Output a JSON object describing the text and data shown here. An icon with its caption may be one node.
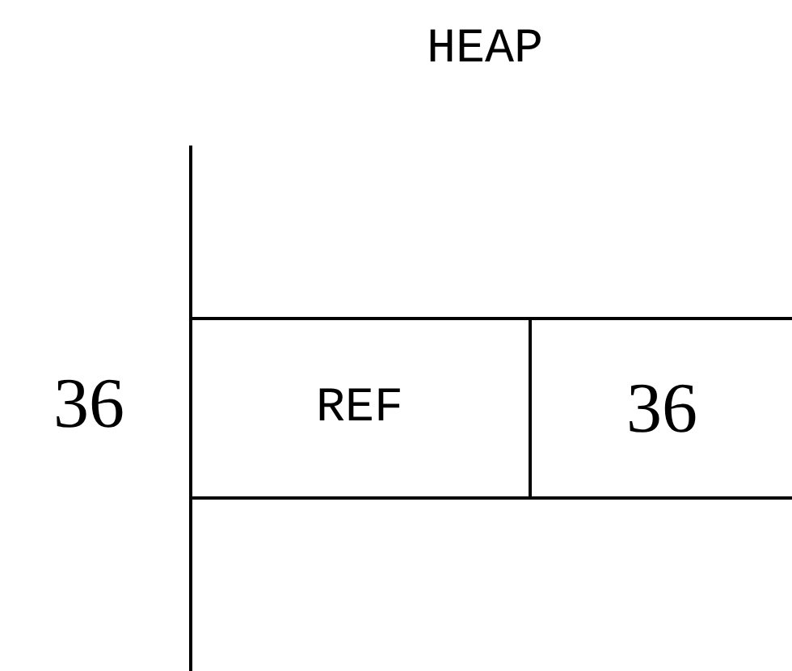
{
  "diagram": {
    "title": "HEAP",
    "nodes": [
      {
        "text": [
          "REF"
        ]
      },
      {
        "text": [
          "36"
        ]
      }
    ],
    "labels": [
      "36"
    ]
  }
}
